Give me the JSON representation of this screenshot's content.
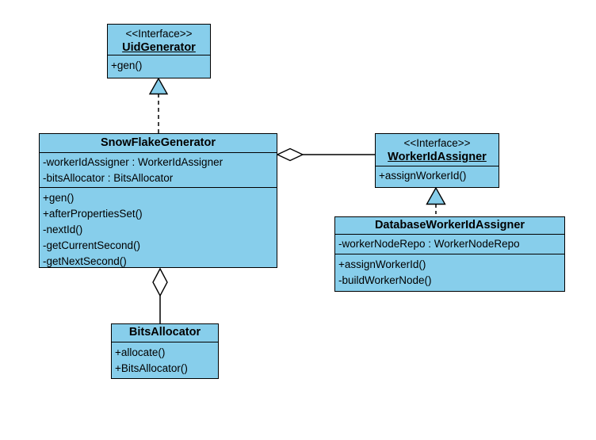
{
  "diagram": {
    "type": "uml-class-diagram",
    "background_color": "#ffffff",
    "node_fill_color": "#87CEEB",
    "node_border_color": "#000000",
    "text_color": "#000000"
  },
  "classes": {
    "uid_generator": {
      "stereotype": "<<Interface>>",
      "name": "UidGenerator",
      "methods": [
        "+gen()"
      ]
    },
    "snowflake_generator": {
      "name": "SnowFlakeGenerator",
      "attributes": [
        "-workerIdAssigner : WorkerIdAssigner",
        "-bitsAllocator : BitsAllocator"
      ],
      "methods": [
        "+gen()",
        "+afterPropertiesSet()",
        "-nextId()",
        "-getCurrentSecond()",
        "-getNextSecond()"
      ]
    },
    "worker_id_assigner": {
      "stereotype": "<<Interface>>",
      "name": "WorkerIdAssigner",
      "methods": [
        "+assignWorkerId()"
      ]
    },
    "database_worker_id_assigner": {
      "name": "DatabaseWorkerIdAssigner",
      "attributes": [
        "-workerNodeRepo : WorkerNodeRepo"
      ],
      "methods": [
        "+assignWorkerId()",
        "-buildWorkerNode()"
      ]
    },
    "bits_allocator": {
      "name": "BitsAllocator",
      "methods": [
        "+allocate()",
        "+BitsAllocator()"
      ]
    }
  },
  "relationships": [
    {
      "from": "SnowFlakeGenerator",
      "to": "UidGenerator",
      "type": "realization"
    },
    {
      "from": "SnowFlakeGenerator",
      "to": "WorkerIdAssigner",
      "type": "aggregation"
    },
    {
      "from": "DatabaseWorkerIdAssigner",
      "to": "WorkerIdAssigner",
      "type": "realization"
    },
    {
      "from": "SnowFlakeGenerator",
      "to": "BitsAllocator",
      "type": "aggregation"
    }
  ]
}
